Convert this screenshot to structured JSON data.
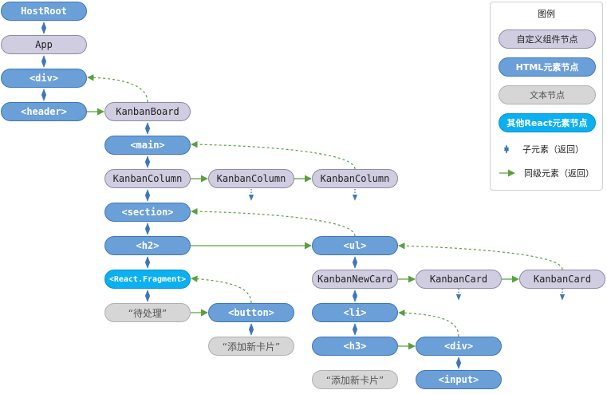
{
  "nodes": {
    "hostroot": "HostRoot",
    "app": "App",
    "div_root": "<div>",
    "header": "<header>",
    "kanban_board": "KanbanBoard",
    "main": "<main>",
    "column1": "KanbanColumn",
    "column2": "KanbanColumn",
    "column3": "KanbanColumn",
    "section": "<section>",
    "h2": "<h2>",
    "ul": "<ul>",
    "fragment": "<React.Fragment>",
    "kanban_new_card": "KanbanNewCard",
    "kanban_card1": "KanbanCard",
    "kanban_card2": "KanbanCard",
    "text_pending": "“待处理”",
    "button": "<button>",
    "li": "<li>",
    "text_add_card1": "“添加新卡片”",
    "h3": "<h3>",
    "div_card": "<div>",
    "text_add_card2": "“添加新卡片”",
    "input": "<input>"
  },
  "legend": {
    "title": "图例",
    "custom_component": "自定义组件节点",
    "html_element": "HTML元素节点",
    "text_node": "文本节点",
    "other_react": "其他React元素节点",
    "child_return": "子元素（返回）",
    "sibling_return": "同级元素（返回）"
  },
  "colors": {
    "component": "#d0cde1",
    "html_element": "#6a9fd8",
    "text": "#d6d6d6",
    "other_react": "#0ab0f0",
    "child_arrow": "#3e77b8",
    "sibling_arrow": "#5aa03c"
  }
}
